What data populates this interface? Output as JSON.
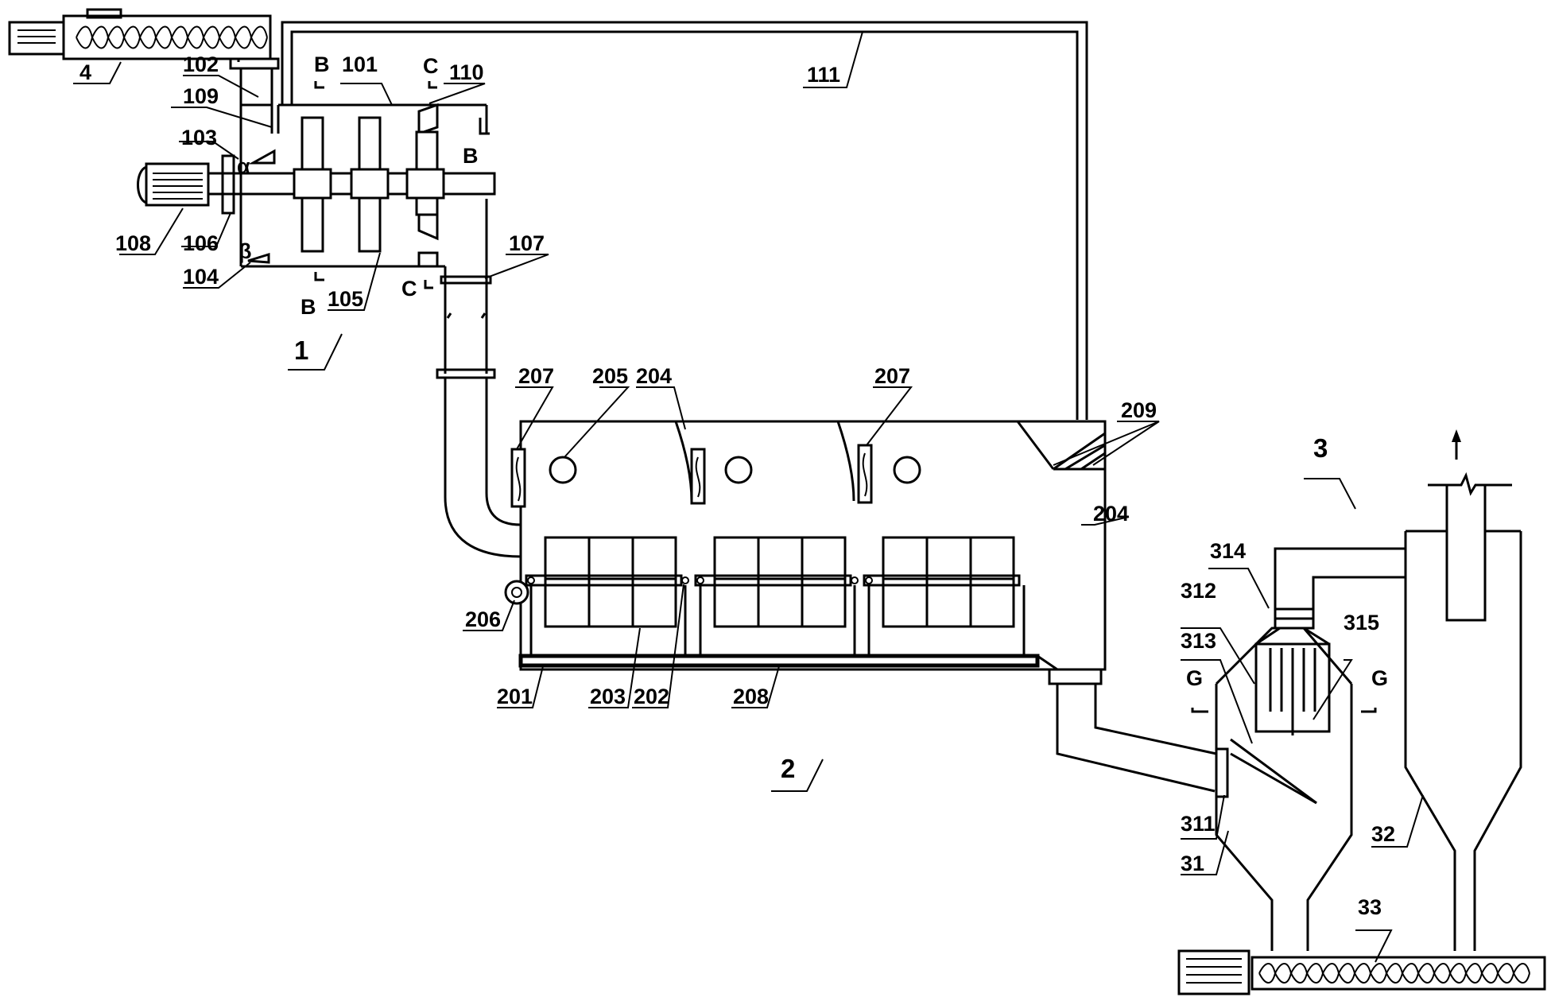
{
  "labels": {
    "l4": "4",
    "l102": "102",
    "l101": "101",
    "l110": "110",
    "l109": "109",
    "l103": "103",
    "lalpha": "α",
    "lbeta": "β",
    "l108": "108",
    "l106": "106",
    "l104": "104",
    "l105": "105",
    "l107": "107",
    "l1": "1",
    "lB1": "B",
    "lB2": "B",
    "lB3": "B",
    "lC1": "C",
    "lC2": "C",
    "l111": "111",
    "l207a": "207",
    "l205": "205",
    "l204a": "204",
    "l207b": "207",
    "l209": "209",
    "l204b": "204",
    "l206": "206",
    "l201": "201",
    "l203": "203",
    "l202": "202",
    "l208": "208",
    "l2": "2",
    "l3": "3",
    "l314": "314",
    "l312": "312",
    "l313": "313",
    "l315": "315",
    "lG1": "G",
    "lG2": "G",
    "l311": "311",
    "l31": "31",
    "l32": "32",
    "l33": "33"
  }
}
